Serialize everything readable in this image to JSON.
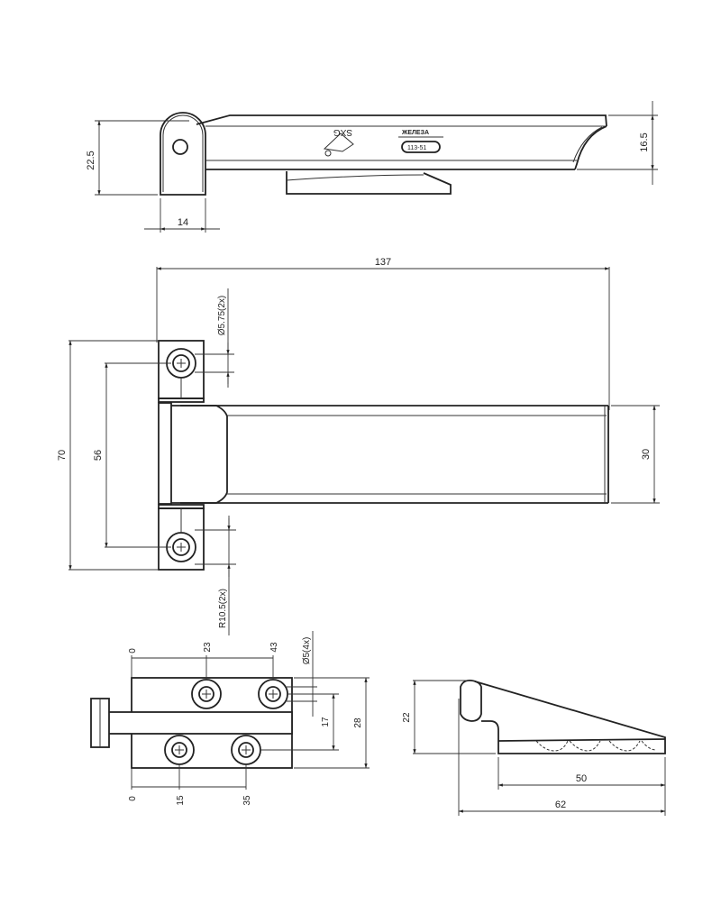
{
  "drawing": {
    "stroke_color": "#222222",
    "background": "#ffffff",
    "side_view": {
      "height_label": "22.5",
      "tip_height_label": "16.5",
      "knuckle_width_label": "14",
      "logo_text": "SXG",
      "brand_text": "ЖЕЛЕЗА",
      "code_text": "113-51"
    },
    "top_view": {
      "length_label": "137",
      "overall_height_label": "70",
      "hole_spacing_label": "56",
      "arm_width_label": "30",
      "hole_diameter_label": "Ø5.75(2x)",
      "corner_radius_label": "R10.5(2x)"
    },
    "plate_view": {
      "top_zero_label": "0",
      "top_hole1_label": "23",
      "top_hole2_label": "43",
      "bottom_zero_label": "0",
      "bottom_hole1_label": "15",
      "bottom_hole2_label": "35",
      "hole_diameter_label": "Ø5(4x)",
      "hole_offset_label": "17",
      "plate_height_label": "28"
    },
    "wedge_view": {
      "height_label": "22",
      "base_length_label": "50",
      "overall_length_label": "62"
    }
  }
}
